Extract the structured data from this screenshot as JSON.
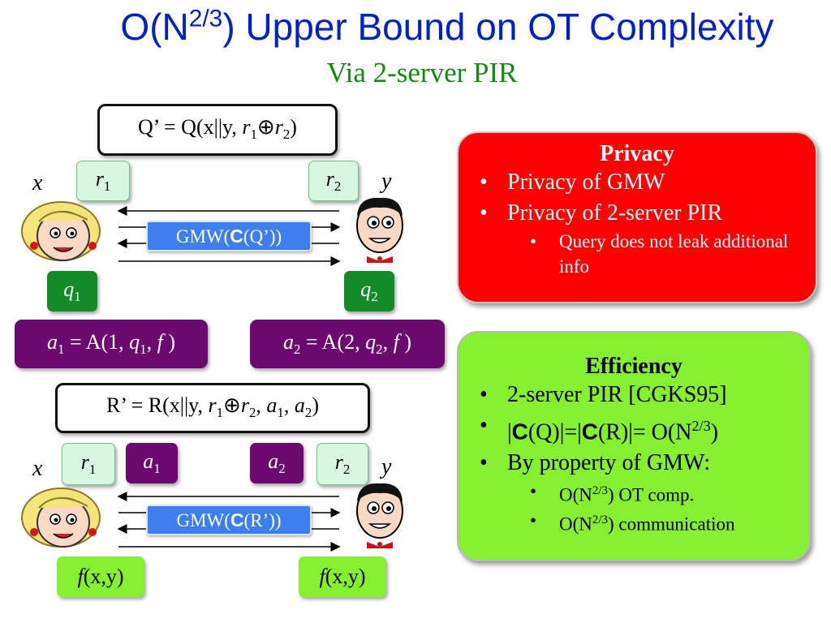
{
  "title": {
    "prefix": "O(N",
    "sup": "2/3",
    "suffix": ") Upper Bound on OT Complexity"
  },
  "subtitle": "Via 2-server PIR",
  "protocol1": {
    "formula": {
      "lhs": "Q’ = Q(x||y, ",
      "r1": "r",
      "r1_sub": "1",
      "xor": "⊕",
      "r2": "r",
      "r2_sub": "2",
      "close": ")"
    },
    "left_var": "x",
    "right_var": "y",
    "left_key": {
      "name": "r",
      "sub": "1"
    },
    "right_key": {
      "name": "r",
      "sub": "2"
    },
    "gmw": {
      "prefix": "GMW(",
      "c": "C",
      "arg": "(Q’))"
    },
    "left_query": {
      "name": "q",
      "sub": "1"
    },
    "right_query": {
      "name": "q",
      "sub": "2"
    },
    "left_answer": {
      "a": "a",
      "a_sub": "1",
      "eq": " = A(1, ",
      "q": "q",
      "q_sub": "1",
      "comma": ", ",
      "f": "f",
      "close": " )"
    },
    "right_answer": {
      "a": "a",
      "a_sub": "2",
      "eq": " = A(2, ",
      "q": "q",
      "q_sub": "2",
      "comma": ", ",
      "f": "f",
      "close": " )"
    }
  },
  "protocol2": {
    "formula": {
      "lhs": "R’ = R(x||y, ",
      "r1": "r",
      "r1_sub": "1",
      "xor": "⊕",
      "r2": "r",
      "r2_sub": "2",
      "mid": ", ",
      "a1": "a",
      "a1_sub": "1",
      "mid2": ", ",
      "a2": "a",
      "a2_sub": "2",
      "close": ")"
    },
    "left_var": "x",
    "right_var": "y",
    "left_key": {
      "name": "r",
      "sub": "1"
    },
    "left_ans": {
      "name": "a",
      "sub": "1"
    },
    "right_ans": {
      "name": "a",
      "sub": "2"
    },
    "right_key": {
      "name": "r",
      "sub": "2"
    },
    "gmw": {
      "prefix": "GMW(",
      "c": "C",
      "arg": "(R’))"
    },
    "left_out": {
      "f": "f",
      "rest": "(x,y)"
    },
    "right_out": {
      "f": "f",
      "rest": "(x,y)"
    }
  },
  "privacy": {
    "heading": "Privacy",
    "items": [
      "Privacy of GMW",
      "Privacy of 2-server PIR"
    ],
    "subitem": "Query does not leak additional info"
  },
  "efficiency": {
    "heading": "Efficiency",
    "item1": "2-server PIR [CGKS95]",
    "item2": {
      "bar1": "|",
      "c1": "C",
      "p1": "(Q)|=|",
      "c2": "C",
      "p2": "(R)|= O(N",
      "sup": "2/3",
      "close": ")"
    },
    "item3": "By property of GMW:",
    "sub1": {
      "pre": "O(N",
      "sup": "2/3",
      "post": ") OT comp."
    },
    "sub2": {
      "pre": "O(N",
      "sup": "2/3",
      "post": ") communication"
    }
  },
  "colors": {
    "title": "#0020c8",
    "subtitle": "#138a0f",
    "privacy_panel": "#ff0000",
    "efficiency_panel": "#86f030",
    "gmw_box": "#3d7ef0",
    "answer_box": "#6b0a6e",
    "query_box": "#138c27"
  },
  "icons": [
    "woman-face-icon",
    "man-face-icon",
    "arrow-icon"
  ]
}
